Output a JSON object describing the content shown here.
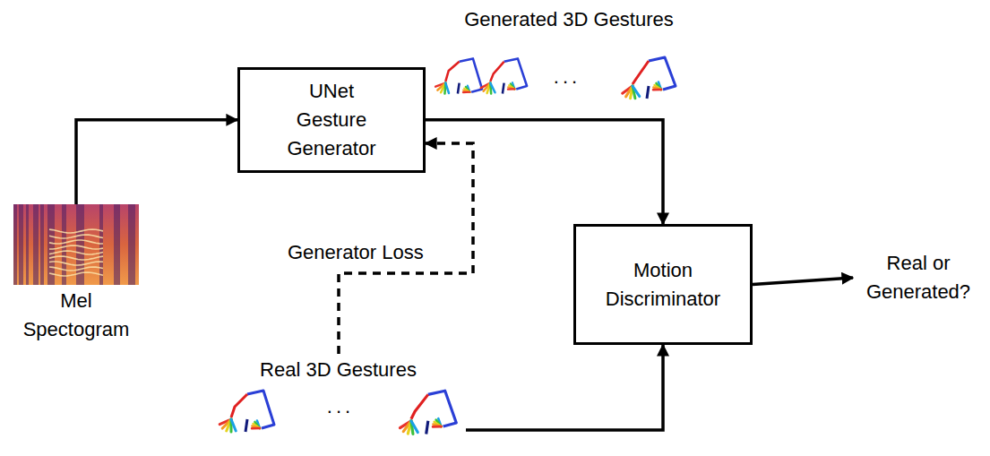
{
  "diagram": {
    "nodes": [
      {
        "text": [
          "Mel Spectogram"
        ]
      },
      {
        "text": [
          "UNet Gesture Generator"
        ]
      },
      {
        "text": [
          "Motion Discriminator"
        ]
      },
      {
        "text": [
          "Real or Generated?"
        ]
      },
      {
        "text": [
          "Real 3D Gestures"
        ]
      }
    ],
    "edges": [
      {
        "from": 0,
        "to": 1,
        "arrow": "to"
      },
      {
        "from": 1,
        "to": 2,
        "arrow": "to"
      },
      {
        "from": 4,
        "to": 2,
        "arrow": "to"
      },
      {
        "from": 2,
        "to": 3,
        "arrow": "to"
      },
      {
        "from": 4,
        "to": 1,
        "arrow": "to",
        "label": "Generator Loss"
      }
    ],
    "labels": [
      "Generated 3D Gestures",
      "...",
      "..."
    ]
  }
}
